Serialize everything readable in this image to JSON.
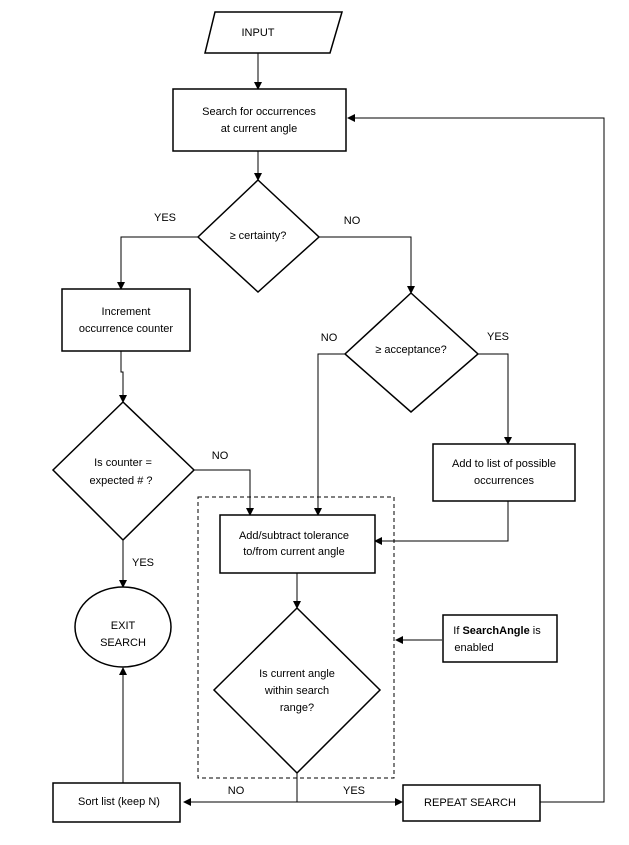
{
  "nodes": {
    "input": {
      "label": "INPUT"
    },
    "search": {
      "line1": "Search for occurrences",
      "line2": "at current angle"
    },
    "certainty": {
      "label": "≥ certainty?"
    },
    "acceptance": {
      "label": "≥ acceptance?"
    },
    "increment": {
      "line1": "Increment",
      "line2": "occurrence counter"
    },
    "add_list": {
      "line1": "Add to list of possible",
      "line2": "occurrences"
    },
    "counter": {
      "line1": "Is counter =",
      "line2": "expected # ?"
    },
    "tolerance": {
      "line1": "Add/subtract tolerance",
      "line2": "to/from current angle"
    },
    "note": {
      "prefix": "If ",
      "bold": "SearchAngle",
      "suffix": " is",
      "line2": "enabled"
    },
    "exit": {
      "line1": "EXIT",
      "line2": "SEARCH"
    },
    "in_range": {
      "line1": "Is current angle",
      "line2": "within search",
      "line3": "range?"
    },
    "sort": {
      "label": "Sort list (keep N)"
    },
    "repeat": {
      "label": "REPEAT SEARCH"
    }
  },
  "edge_labels": {
    "certainty_yes": "YES",
    "certainty_no": "NO",
    "acceptance_no": "NO",
    "acceptance_yes": "YES",
    "counter_no": "NO",
    "counter_yes": "YES",
    "range_no": "NO",
    "range_yes": "YES"
  }
}
